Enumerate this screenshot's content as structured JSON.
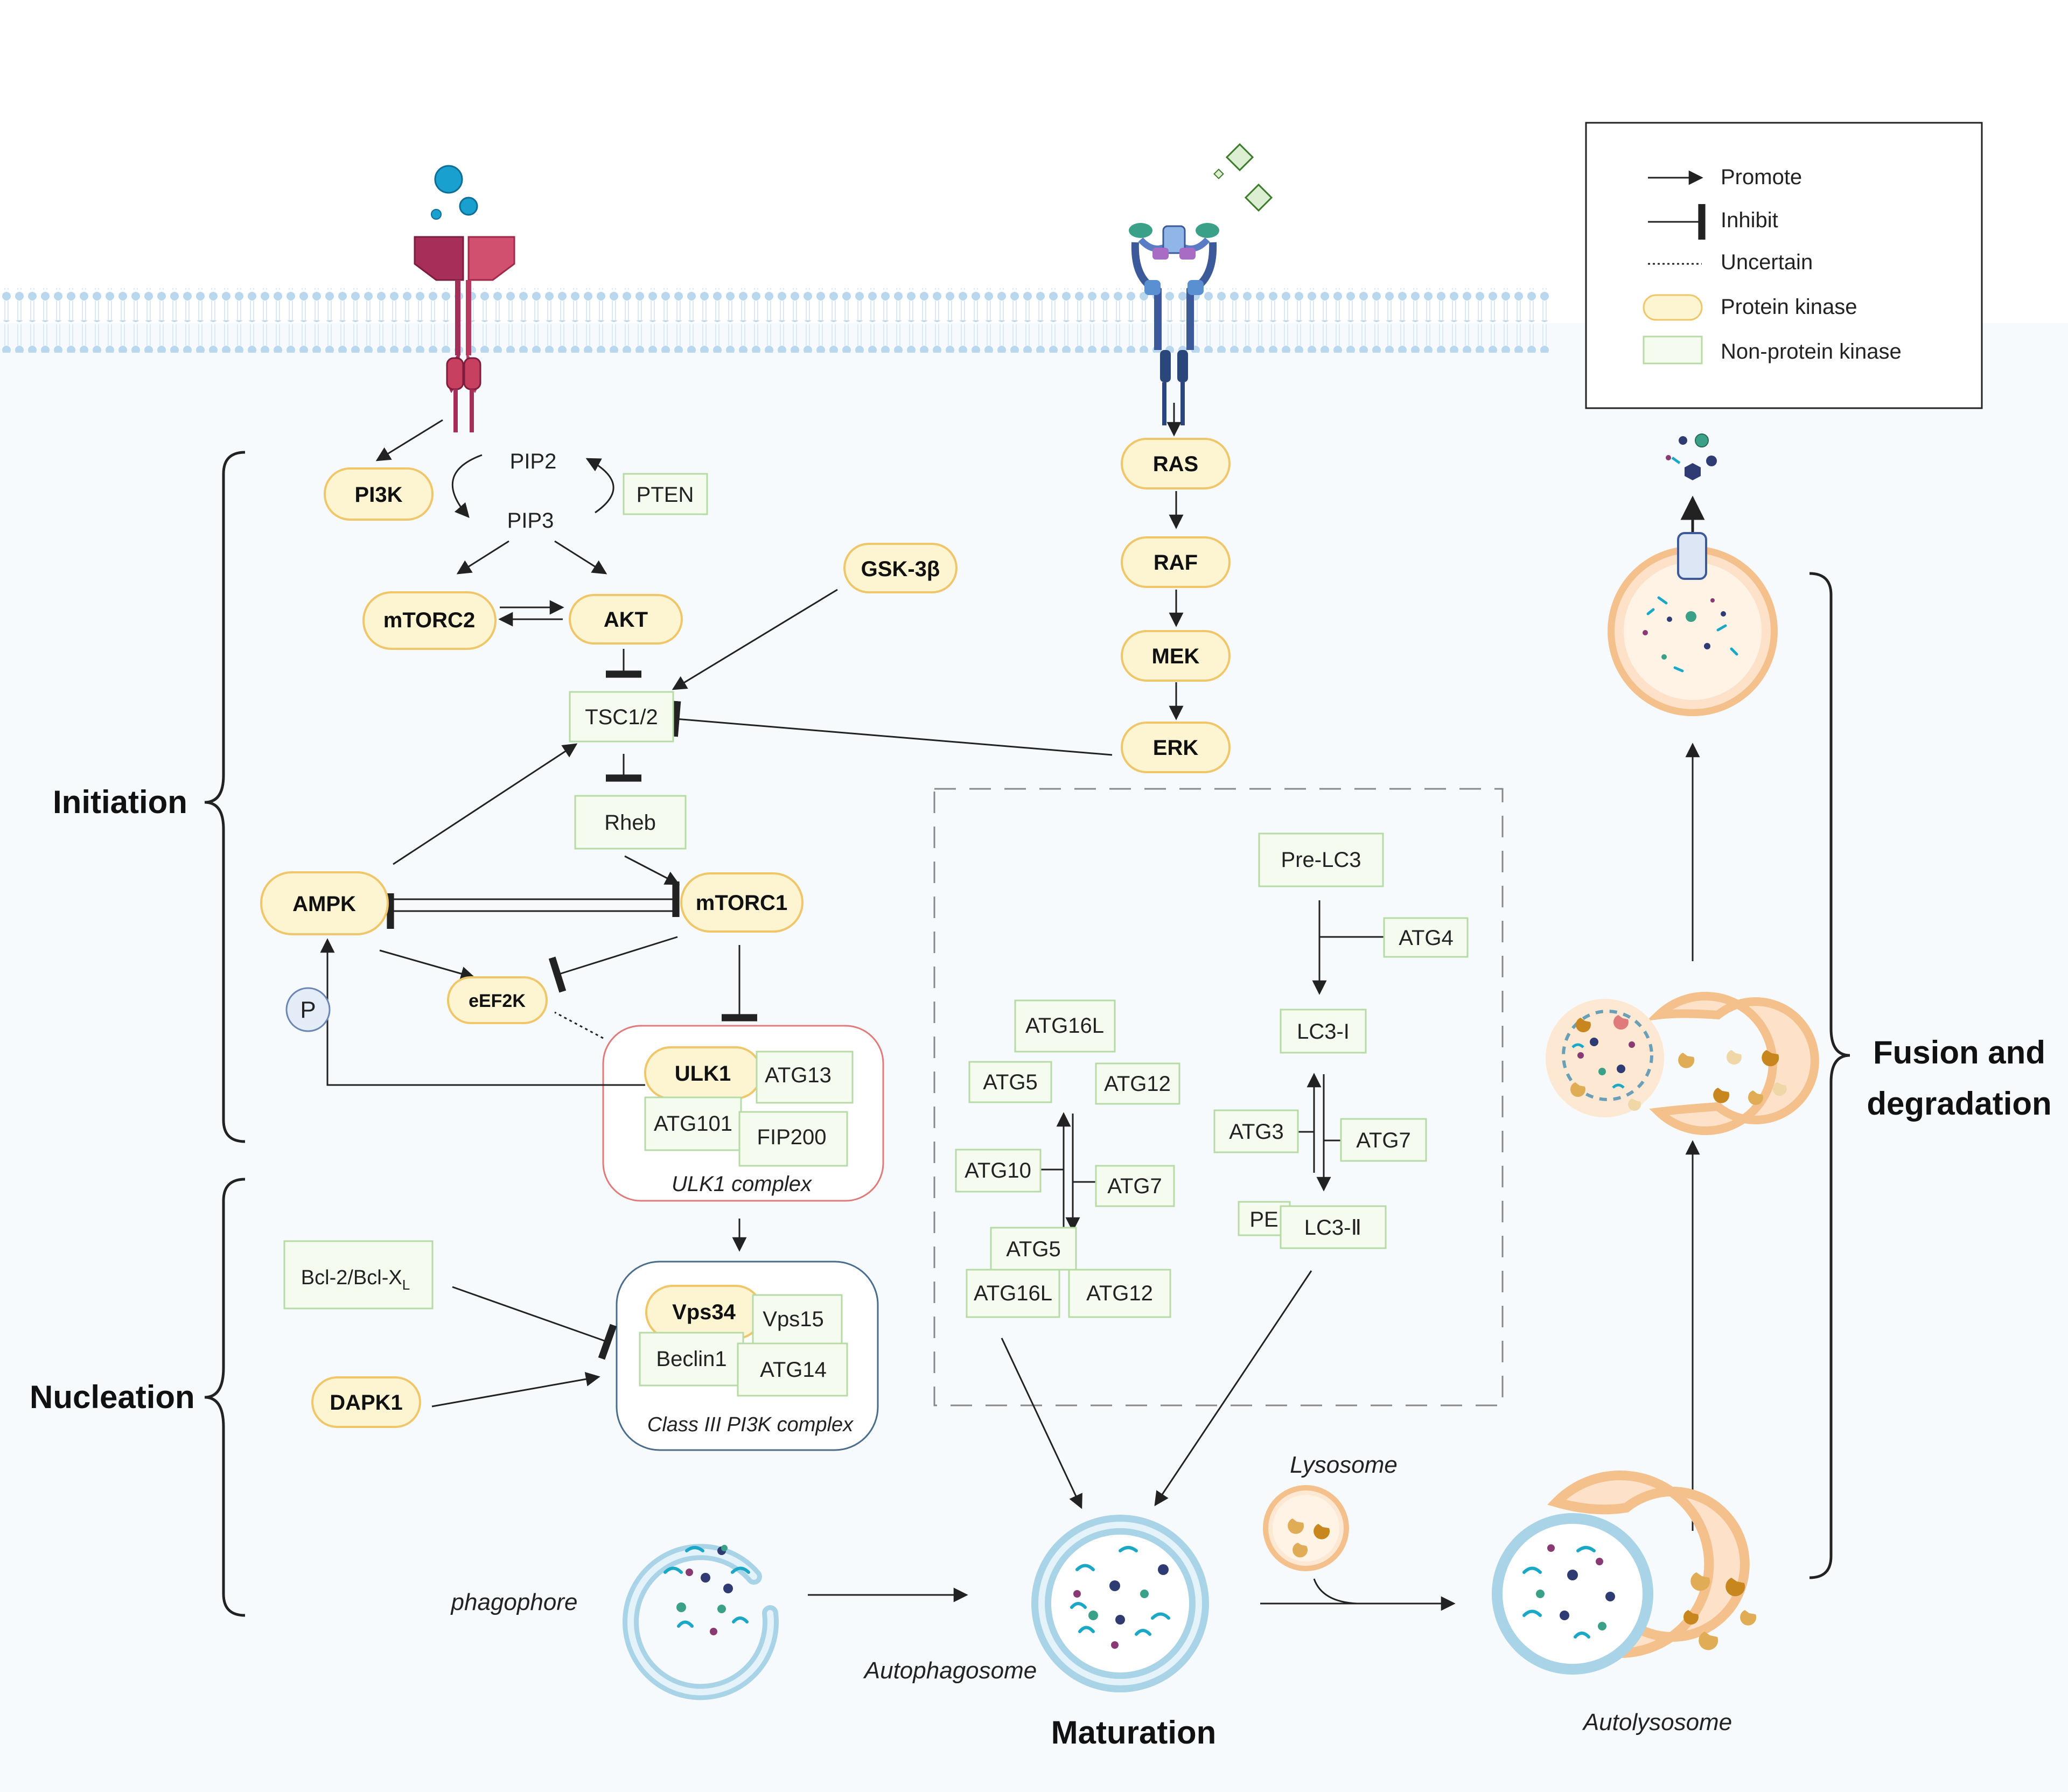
{
  "legend": {
    "promote": "Promote",
    "inhibit": "Inhibit",
    "uncertain": "Uncertain",
    "protein_kinase": "Protein kinase",
    "non_protein_kinase": "Non-protein kinase"
  },
  "stages": {
    "initiation": "Initiation",
    "nucleation": "Nucleation",
    "maturation": "Maturation",
    "fusion_line1": "Fusion and",
    "fusion_line2": "degradation"
  },
  "kinases": {
    "pi3k": "PI3K",
    "mtorc2": "mTORC2",
    "akt": "AKT",
    "gsk3b": "GSK-3β",
    "ampk": "AMPK",
    "mtorc1": "mTORC1",
    "eef2k": "eEF2K",
    "ulk1": "ULK1",
    "vps34": "Vps34",
    "dapk1": "DAPK1",
    "ras": "RAS",
    "raf": "RAF",
    "mek": "MEK",
    "erk": "ERK"
  },
  "nodes": {
    "pip2": "PIP2",
    "pip3": "PIP3",
    "pten": "PTEN",
    "tsc12": "TSC1/2",
    "rheb": "Rheb",
    "p": "P",
    "atg13": "ATG13",
    "atg101": "ATG101",
    "fip200": "FIP200",
    "ulk1_complex": "ULK1 complex",
    "bcl2": "Bcl-2/Bcl-X",
    "bcl2_sub": "L",
    "vps15": "Vps15",
    "beclin1": "Beclin1",
    "atg14": "ATG14",
    "pi3k_complex": "Class III PI3K complex",
    "pre_lc3": "Pre-LC3",
    "atg4": "ATG4",
    "lc3_1": "LC3-I",
    "atg3": "ATG3",
    "atg7_right": "ATG7",
    "pe": "PE",
    "lc3_2": "LC3-Ⅱ",
    "atg16l_top": "ATG16L",
    "atg5_top": "ATG5",
    "atg12_top": "ATG12",
    "atg10": "ATG10",
    "atg7_left": "ATG7",
    "atg5_bottom": "ATG5",
    "atg16l_bottom": "ATG16L",
    "atg12_bottom": "ATG12"
  },
  "structures": {
    "phagophore": "phagophore",
    "autophagosome": "Autophagosome",
    "lysosome": "Lysosome",
    "autolysosome": "Autolysosome"
  },
  "colors": {
    "kinase_fill": "#fdf5d2",
    "kinase_stroke": "#f0c66a",
    "box_fill": "#f5fbef",
    "box_stroke": "#b6dba6",
    "membrane": "#b9d8ee",
    "vesicle": "#a9d3e6",
    "lysosome": "#f4c08c",
    "ulk1_border": "#e07b7b",
    "pi3k_border": "#4a6d8c"
  }
}
